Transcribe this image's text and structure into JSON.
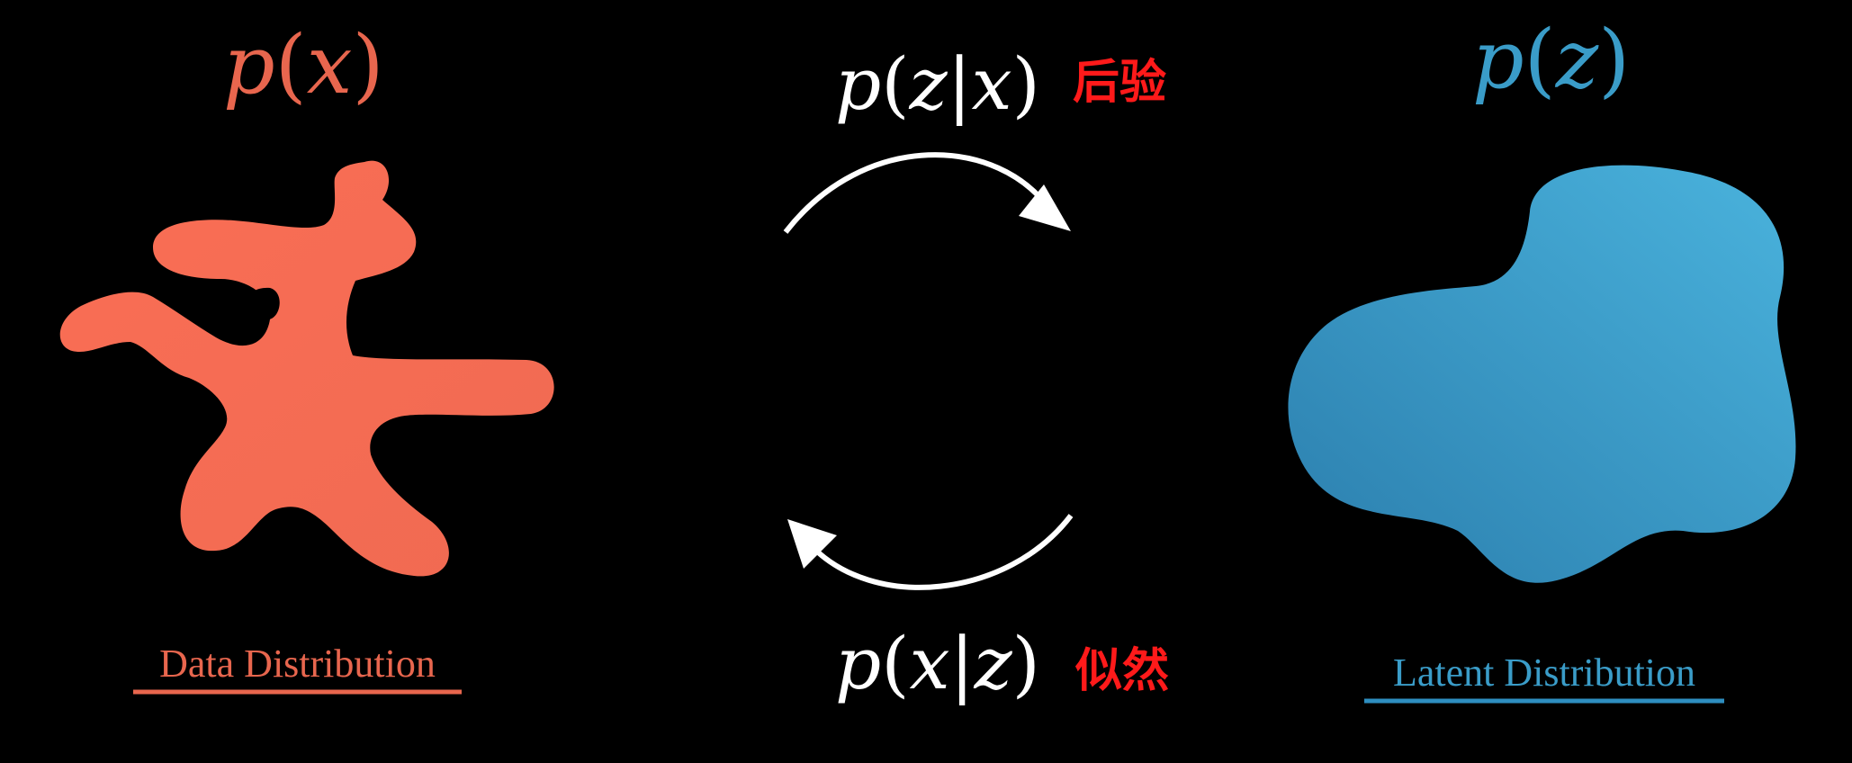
{
  "left": {
    "math": {
      "fn": "p",
      "open": "(",
      "var": "x",
      "close": ")"
    },
    "caption": "Data Distribution",
    "color": "#E8664E",
    "shape_color": "#FA6E55"
  },
  "right": {
    "math": {
      "fn": "p",
      "open": "(",
      "var": "z",
      "close": ")"
    },
    "caption": "Latent Distribution",
    "color": "#3A9CC8",
    "shape_color_light": "#4AB3DD",
    "shape_color_dark": "#2B7EAD"
  },
  "top_arrow": {
    "math": {
      "fn": "p",
      "open": "(",
      "a": "z",
      "bar": "|",
      "b": "x",
      "close": ")"
    },
    "label": "后验",
    "label_color": "#FF1A1A",
    "arrow_color": "#FFFFFF"
  },
  "bottom_arrow": {
    "math": {
      "fn": "p",
      "open": "(",
      "a": "x",
      "bar": "|",
      "b": "z",
      "close": ")"
    },
    "label": "似然",
    "label_color": "#FF1A1A",
    "arrow_color": "#FFFFFF"
  }
}
